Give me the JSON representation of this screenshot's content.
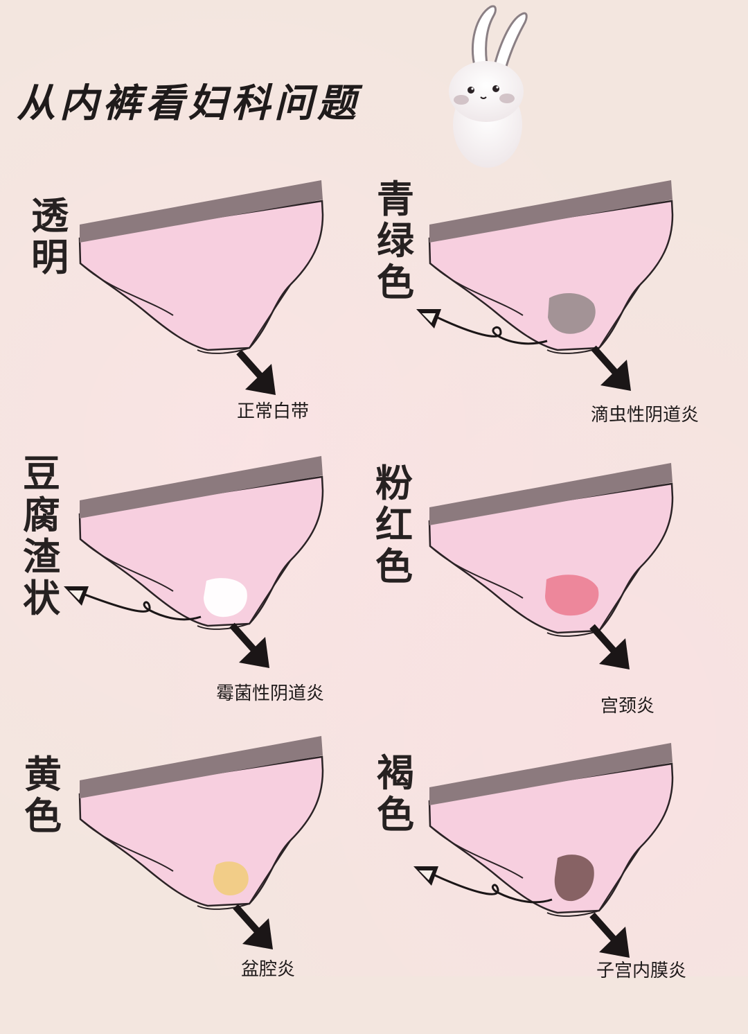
{
  "title": "从内裤看妇科问题",
  "colors": {
    "background": "#f3e6df",
    "brief_fill": "#f7cfdf",
    "waistband": "#8c7a7e",
    "outline": "#2b2326"
  },
  "items": [
    {
      "label": "透明",
      "label_vertical": "透\n明",
      "caption": "正常白带",
      "stain_color": "none"
    },
    {
      "label": "青绿色",
      "label_vertical": "青\n绿\n色",
      "caption": "滴虫性阴道炎",
      "stain_color": "#8d8383"
    },
    {
      "label": "豆腐渣状",
      "label_vertical": "豆\n腐\n渣\n状",
      "caption": "霉菌性阴道炎",
      "stain_color": "#ffffff"
    },
    {
      "label": "粉红色",
      "label_vertical": "粉\n红\n色",
      "caption": "宫颈炎",
      "stain_color": "#ea6f84"
    },
    {
      "label": "黄色",
      "label_vertical": "黄\n色",
      "caption": "盆腔炎",
      "stain_color": "#f0cc62"
    },
    {
      "label": "褐色",
      "label_vertical": "褐\n色",
      "caption": "子宫内膜炎",
      "stain_color": "#7a5557"
    }
  ]
}
